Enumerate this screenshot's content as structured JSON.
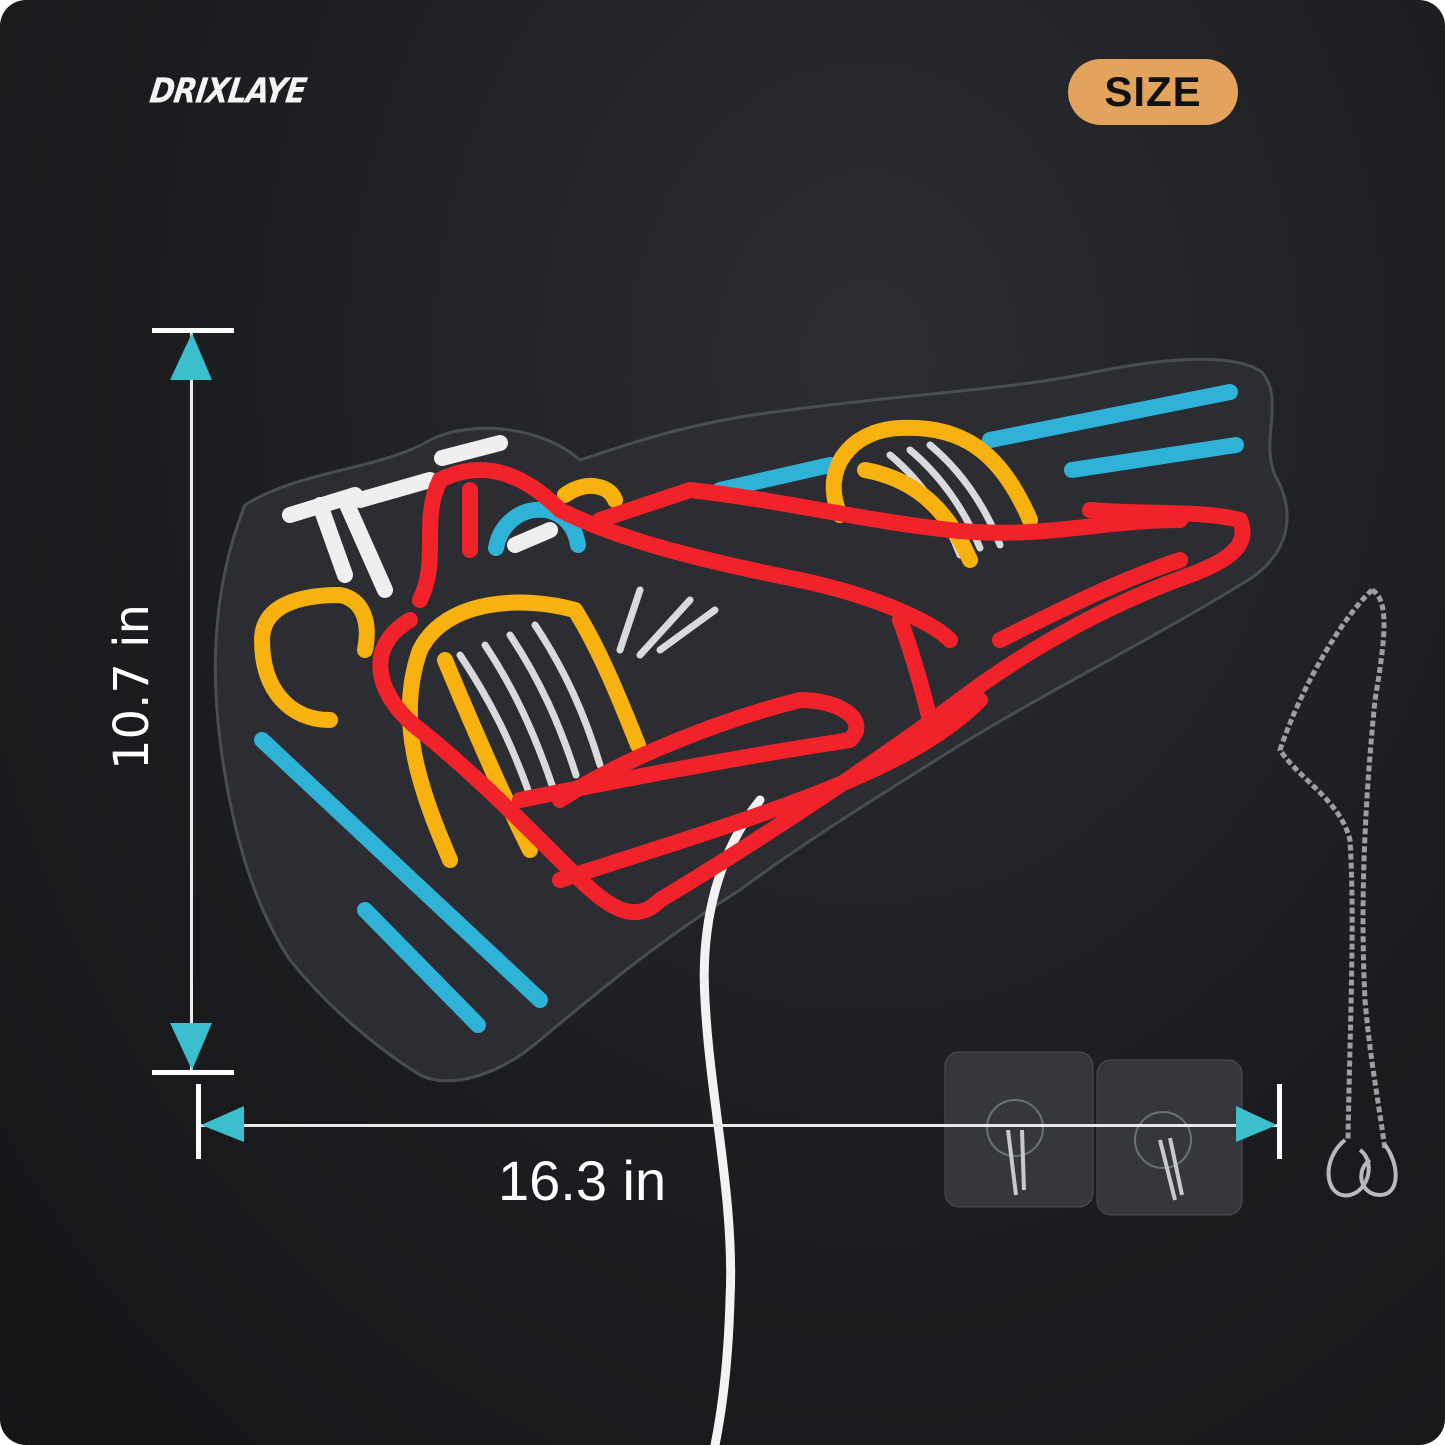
{
  "brand": {
    "logo_text": "DRIXLAYE"
  },
  "badge": {
    "label": "SIZE",
    "color": "#e2a45c"
  },
  "dimensions": {
    "height_label": "10.7 in",
    "width_label": "16.3 in",
    "arrow_color": "#3cbfcc",
    "line_color": "#ffffff"
  },
  "product": {
    "subject": "race car neon sign",
    "tube_colors": {
      "red": "#f2222a",
      "yellow": "#f7b20f",
      "blue": "#2fb2d8",
      "white": "#eef0f0"
    },
    "accessories": [
      "adhesive-hook",
      "adhesive-hook",
      "hanging-chain"
    ]
  },
  "background_color": "#1c1d20"
}
